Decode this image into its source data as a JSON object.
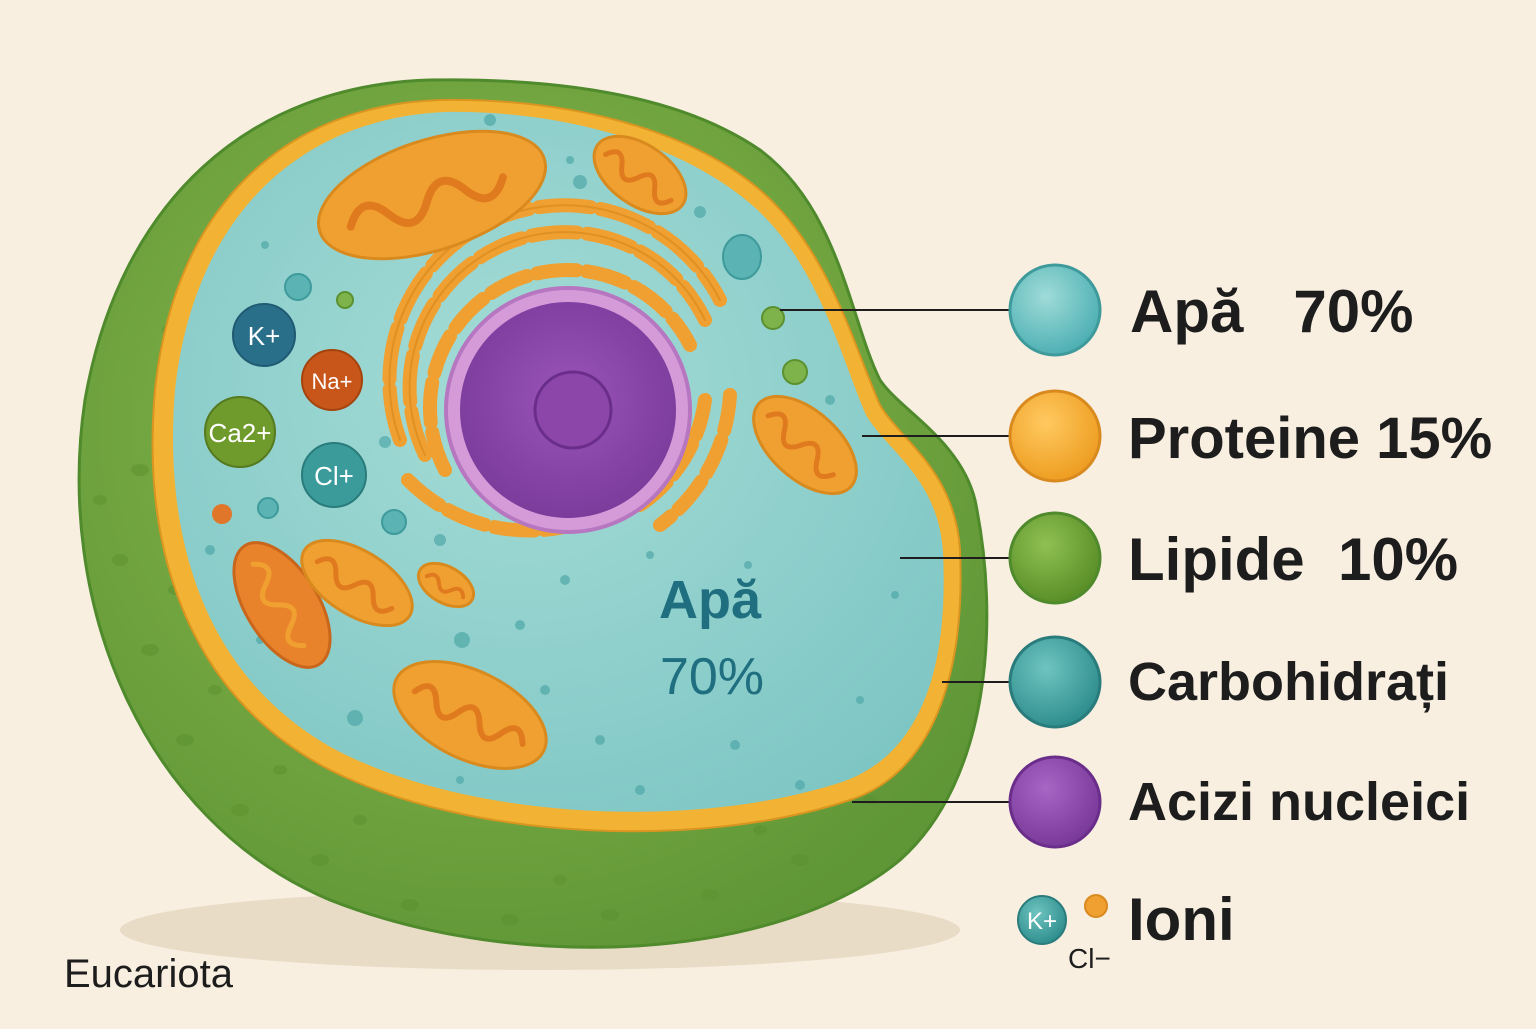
{
  "caption": "Eucariota",
  "center_label": {
    "line1": "Apă",
    "line2": "70%"
  },
  "ions": [
    {
      "label": "K+",
      "color": "#2a6f8a"
    },
    {
      "label": "Na+",
      "color": "#c8561b"
    },
    {
      "label": "Ca2+",
      "color": "#6f9a2c"
    },
    {
      "label": "Cl+",
      "color": "#3a9b9a"
    }
  ],
  "legend": [
    {
      "label": "Apă   70%",
      "color": "#5fbcc0"
    },
    {
      "label": "Proteine 15%",
      "color": "#f0a52a"
    },
    {
      "label": "Lipide  10%",
      "color": "#6a9e2e"
    },
    {
      "label": "Carbohidrați",
      "color": "#3d9e9c"
    },
    {
      "label": "Acizi nucleici",
      "color": "#8a47a8"
    },
    {
      "label": "Ioni",
      "color": "#3d9e9c"
    }
  ],
  "ion_legend": {
    "k_label": "K+",
    "cl_label": "Cl−"
  },
  "colors": {
    "background": "#f8efe1",
    "cell_wall": "#74a73e",
    "membrane": "#f2b233",
    "cytoplasm": "#8ed0cc",
    "organelle_orange": "#f0a030",
    "nucleus": "#8a47a8"
  }
}
